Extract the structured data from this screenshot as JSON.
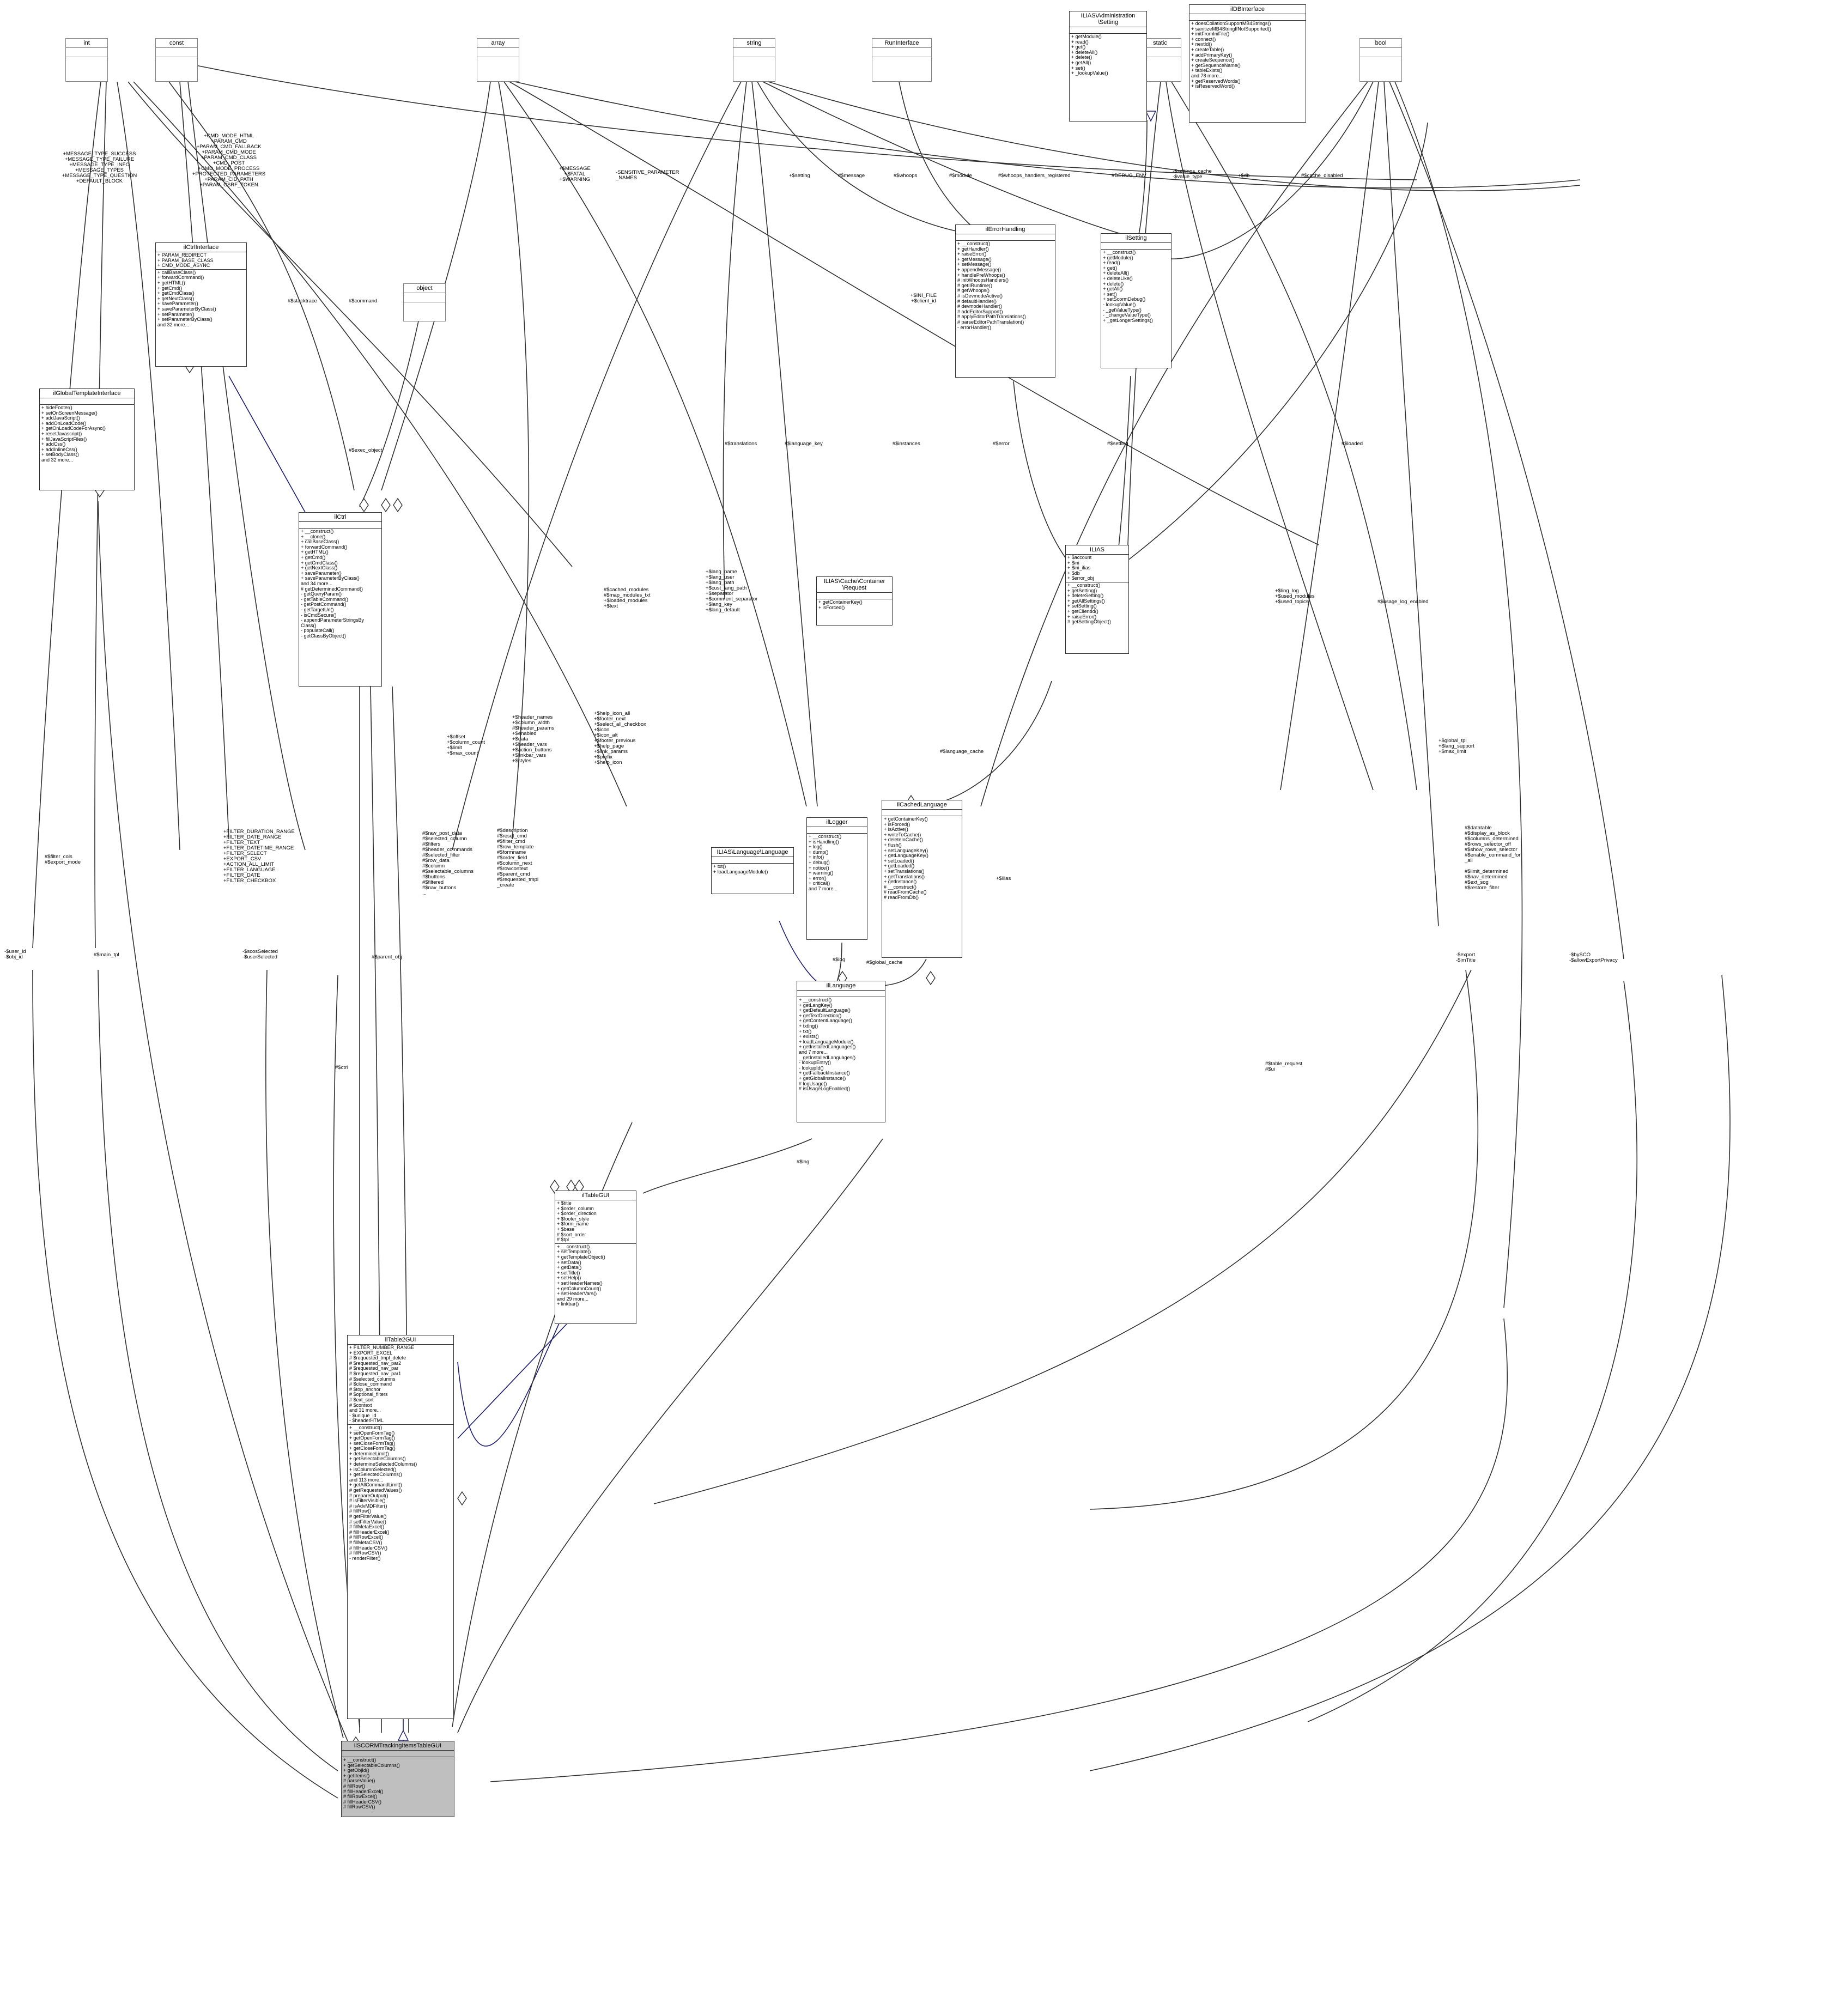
{
  "diagram": {
    "kind": "uml-collaboration-diagram",
    "focus_class": "ilSCORMTrackingItemsTableGUI",
    "colors": {
      "edge": "#2f2f2f",
      "inherit_edge": "#191970",
      "node_border": "#2d2d2d",
      "plain_border": "#808080",
      "highlight_fill": "#bfbfbf",
      "background": "#ffffff"
    }
  },
  "nodes": {
    "int": {
      "title": "int",
      "attrs": "",
      "ops": ""
    },
    "const": {
      "title": "const",
      "attrs": "",
      "ops": ""
    },
    "array": {
      "title": "array",
      "attrs": "",
      "ops": ""
    },
    "string": {
      "title": "string",
      "attrs": "",
      "ops": ""
    },
    "runinterface": {
      "title": "RunInterface",
      "attrs": "",
      "ops": ""
    },
    "static": {
      "title": "static",
      "attrs": "",
      "ops": ""
    },
    "bool": {
      "title": "bool",
      "attrs": "",
      "ops": ""
    },
    "object": {
      "title": "object",
      "attrs": "",
      "ops": ""
    },
    "adminsetting": {
      "title": "ILIAS\\Administration\n\\Setting",
      "attrs": "",
      "ops": "+ getModule()\n+ read()\n+ get()\n+ deleteAll()\n+ delete()\n+ getAll()\n+ set()\n+ _lookupValue()"
    },
    "ildbinterface": {
      "title": "ilDBInterface",
      "attrs": "",
      "ops": "+ doesCollationSupportMB4Strings()\n+ sanitizeMB4StringIfNotSupported()\n+ initFromIniFile()\n+ connect()\n+ nextId()\n+ createTable()\n+ addPrimaryKey()\n+ createSequence()\n+ getSequenceName()\n+ tableExists()\nand 78 more...\n+ getReservedWords()\n+ isReservedWord()"
    },
    "ilctrlinterface": {
      "title": "ilCtrlInterface",
      "attrs": "+ PARAM_REDIRECT\n+ PARAM_BASE_CLASS\n+ CMD_MODE_ASYNC",
      "ops": "+ callBaseClass()\n+ forwardCommand()\n+ getHTML()\n+ getCmd()\n+ getCmdClass()\n+ getNextClass()\n+ saveParameter()\n+ saveParameterByClass()\n+ setParameter()\n+ setParameterByClass()\nand 32 more..."
    },
    "ilglobaltemplateinterface": {
      "title": "ilGlobalTemplateInterface",
      "attrs": "",
      "ops": "+ hideFooter()\n+ setOnScreenMessage()\n+ addJavaScript()\n+ addOnLoadCode()\n+ getOnLoadCodeForAsync()\n+ resetJavascript()\n+ fillJavaScriptFiles()\n+ addCss()\n+ addInlineCss()\n+ setBodyClass()\nand 32 more..."
    },
    "ilctrl": {
      "title": "ilCtrl",
      "attrs": "",
      "ops": "+ __construct()\n+ __clone()\n+ callBaseClass()\n+ forwardCommand()\n+ getHTML()\n+ getCmd()\n+ getCmdClass()\n+ getNextClass()\n+ saveParameter()\n+ saveParameterByClass()\nand 34 more...\n# getDeterminedCommand()\n- getQueryParam()\n- getTableCommand()\n- getPostCommand()\n- getTargetUrl()\n- isCmdSecure()\n- appendParameterStringsBy\n  Class()\n- populateCall()\n- getClassByObject()"
    },
    "ilerrorhandling": {
      "title": "ilErrorHandling",
      "attrs": "",
      "ops": "+ __construct()\n+ getHandler()\n+ raiseError()\n+ getMessage()\n+ setMessage()\n+ appendMessage()\n+ handlePreWhoops()\n# initWhoopsHandlers()\n# getIlRuntime()\n# getWhoops()\n# isDevmodeActive()\n# defaultHandler()\n# devmodeHandler()\n# addEditorSupport()\n# applyEditorPathTranslations()\n# parseEditorPathTranslation()\n- errorHandler()"
    },
    "ilsetting": {
      "title": "ilSetting",
      "attrs": "",
      "ops": "+ __construct()\n+ getModule()\n+ read()\n+ get()\n+ deleteAll()\n+ deleteLike()\n+ delete()\n+ getAll()\n+ set()\n+ setScormDebug()\n- lookupValue()\n- _getValueType()\n- _changeValueType()\n+ _getLongerSettings()"
    },
    "ilias": {
      "title": "ILIAS",
      "attrs": "+ $account\n+ $ini\n+ $ini_ilias\n+ $db\n+ $error_obj",
      "ops": "+ __construct()\n+ getSetting()\n+ deleteSetting()\n+ getAllSettings()\n+ setSetting()\n+ getClientId()\n+ raiseError()\n# getSettingObject()"
    },
    "ilcachecontainer": {
      "title": "ILIAS\\Cache\\Container\n\\Request",
      "attrs": "",
      "ops": "+ getContainerKey()\n+ isForced()"
    },
    "ilcachedlanguage": {
      "title": "ilCachedLanguage",
      "attrs": "",
      "ops": "+ getContainerKey()\n+ isForced()\n+ isActive()\n+ writeToCache()\n+ deleteInCache()\n+ flush()\n+ setLanguageKey()\n+ getLanguageKey()\n+ setLoaded()\n+ getLoaded()\n+ setTranslations()\n+ getTranslations()\n+ getInstance()\n# __construct()\n# readFromCache()\n# readFromDb()"
    },
    "illogger": {
      "title": "ilLogger",
      "attrs": "",
      "ops": "+ __construct()\n+ isHandling()\n+ log()\n+ dump()\n+ info()\n+ debug()\n+ notice()\n+ warning()\n+ error()\n+ critical()\nand 7 more..."
    },
    "iliaslanguagelanguage": {
      "title": "ILIAS\\Language\\Language",
      "attrs": "",
      "ops": "+ txt()\n+ loadLanguageModule()"
    },
    "illanguage": {
      "title": "ilLanguage",
      "attrs": "",
      "ops": "+ __construct()\n+ getLangKey()\n+ getDefaultLanguage()\n+ getTextDirection()\n+ getContentLanguage()\n+ txtlng()\n+ txt()\n+ exists()\n+ loadLanguageModule()\n+ getInstalledLanguages()\nand 7 more...\n_ getInstalledLanguages()\n- lookupEntry()\n- lookupId()\n+ getFallbackInstance()\n+ getGlobalInstance()\n# logUsage()\n# isUsageLogEnabled()"
    },
    "iltablegui": {
      "title": "ilTableGUI",
      "attrs": "+ $title\n+ $order_column\n+ $order_direction\n+ $footer_style\n+ $form_name\n+ $base\n# $sort_order\n# $tpl",
      "ops": "+ __construct()\n+ setTemplate()\n+ getTemplateObject()\n+ setData()\n+ getData()\n+ setTitle()\n+ setHelp()\n+ setHeaderNames()\n+ getColumnCount()\n+ setHeaderVars()\nand 29 more...\n+ linkbar()"
    },
    "iltable2gui": {
      "title": "ilTable2GUI",
      "attrs": "+ FILTER_NUMBER_RANGE\n+ EXPORT_EXCEL\n# $requested_tmpl_delete\n# $requested_nav_par2\n# $requested_nav_par\n# $requested_nav_par1\n# $selected_columns\n# $close_command\n# $top_anchor\n# $optional_filters\n# $ext_sort\n# $context\nand 31 more...\n- $unique_id\n- $headerHTML",
      "ops": "+ __construct()\n+ setOpenFormTag()\n+ getOpenFormTag()\n+ setCloseFormTag()\n+ getCloseFormTag()\n+ determineLimit()\n+ getSelectableColumns()\n+ determineSelectedColumns()\n+ isColumnSelected()\n+ getSelectedColumns()\nand 113 more...\n+ getAllCommandLimit()\n# getRequestedValues()\n# prepareOutput()\n# isFilterVisible()\n# isAdvMDFilter()\n# fillRow()\n# getFilterValue()\n# setFilterValue()\n# fillMetaExcel()\n# fillHeaderExcel()\n# fillRowExcel()\n# fillMetaCSV()\n# fillHeaderCSV()\n# fillRowCSV()\n- renderFilter()"
    },
    "ilscormtrackingitemstablegui": {
      "title": "ilSCORMTrackingItemsTableGUI",
      "attrs": "",
      "ops": "+ __construct()\n+ getSelectableColumns()\n+ getObjId()\n+ getItems()\n# parseValue()\n# fillRow()\n# fillHeaderExcel()\n# fillRowExcel()\n# fillHeaderCSV()\n# fillRowCSV()"
    }
  },
  "edge_labels": [
    {
      "id": "l-message-types",
      "text": "+MESSAGE_TYPE_SUCCESS\n+MESSAGE_TYPE_FAILURE\n+MESSAGE_TYPE_INFO\n+MESSAGE_TYPES\n+MESSAGE_TYPE_QUESTION\n+DEFAULT_BLOCK"
    },
    {
      "id": "l-cmd-consts",
      "text": "+CMD_MODE_HTML\n+PARAM_CMD\n+PARAM_CMD_FALLBACK\n+PARAM_CMD_MODE\n+PARAM_CMD_CLASS\n+CMD_POST\n+CMD_MODE_PROCESS\n+PROTECTED_PARAMETERS\n+PARAM_CID_PATH\n+PARAM_CSRF_TOKEN"
    },
    {
      "id": "l-message-spatial",
      "text": "+$MESSAGE\n+$FATAL\n+$WARNING"
    },
    {
      "id": "l-sensitive",
      "text": "-SENSITIVE_PARAMETER\n_NAMES"
    },
    {
      "id": "l-setting",
      "text": "+$setting"
    },
    {
      "id": "l-message",
      "text": "#$message"
    },
    {
      "id": "l-whoops",
      "text": "#$whoops"
    },
    {
      "id": "l-module",
      "text": "#$module"
    },
    {
      "id": "l-whoops-handlers",
      "text": "#$whoops_handlers_registered"
    },
    {
      "id": "l-debugenv",
      "text": "#DEBUG_ENV"
    },
    {
      "id": "l-settings-cache",
      "text": "-$settings_cache\n-$value_type"
    },
    {
      "id": "l-db",
      "text": "+$db"
    },
    {
      "id": "l-cache-disabled",
      "text": "#$cache_disabled"
    },
    {
      "id": "l-stacktrace",
      "text": "#$stacktrace"
    },
    {
      "id": "l-command",
      "text": "#$command"
    },
    {
      "id": "l-exec-object",
      "text": "#$exec_object"
    },
    {
      "id": "l-inifile",
      "text": "+$INI_FILE\n+$client_id"
    },
    {
      "id": "l-translations",
      "text": "#$translations"
    },
    {
      "id": "l-language-key",
      "text": "#$language_key"
    },
    {
      "id": "l-instances",
      "text": "#$instances"
    },
    {
      "id": "l-error",
      "text": "#$error"
    },
    {
      "id": "l-setting2",
      "text": "#$setting"
    },
    {
      "id": "l-loaded",
      "text": "#$loaded"
    },
    {
      "id": "l-cached-modules",
      "text": "#$cached_modules\n#$map_modules_txt\n+$loaded_modules\n+$text"
    },
    {
      "id": "l-lang-name",
      "text": "+$lang_name\n+$lang_user\n+$lang_path\n+$cust_lang_path\n+$separator\n+$comment_separator\n+$lang_key\n+$lang_default"
    },
    {
      "id": "l-ling-log",
      "text": "+$ling_log\n+$used_modules\n+$used_topics"
    },
    {
      "id": "l-usage-log",
      "text": "#$usage_log_enabled"
    },
    {
      "id": "l-language-cache",
      "text": "#$language_cache"
    },
    {
      "id": "l-global-tpl",
      "text": "+$global_tpl\n+$lang_support\n+$max_limit"
    },
    {
      "id": "l-offset",
      "text": "+$offset\n+$column_count\n+$limit\n+$max_count"
    },
    {
      "id": "l-header-names",
      "text": "+$header_names\n+$column_width\n#$header_params\n+$enabled\n+$data\n+$header_vars\n+$action_buttons\n+$linkbar_vars\n+$styles"
    },
    {
      "id": "l-help-icon",
      "text": "+$help_icon_all\n+$footer_next\n+$select_all_checkbox\n+$icon\n+$icon_alt\n+$footer_previous\n+$help_page\n+$link_params\n+$prefix\n+$help_icon"
    },
    {
      "id": "l-filter-consts",
      "text": "+FILTER_DURATION_RANGE\n+FILTER_DATE_RANGE\n+FILTER_TEXT\n+FILTER_DATETIME_RANGE\n+FILTER_SELECT\n+EXPORT_CSV\n+ACTION_ALL_LIMIT\n+FILTER_LANGUAGE\n+FILTER_DATE\n+FILTER_CHECKBOX"
    },
    {
      "id": "l-raw-post",
      "text": "#$raw_post_data\n#$selected_column\n#$filters\n#$header_commands\n#$selected_filter\n#$row_data\n#$column\n#$selectable_columns\n#$buttons\n#$filtered\n#$nav_buttons\n..."
    },
    {
      "id": "l-description",
      "text": "#$description\n#$reset_cmd\n#$filter_cmd\n#$row_template\n#$formname\n#$order_field\n#$column_next\n#$rowcontext\n#$parent_cmd\n#$requested_tmpl\n_create"
    },
    {
      "id": "l-filter-cols",
      "text": "#$filter_cols\n#$export_mode"
    },
    {
      "id": "l-user-id",
      "text": "-$user_id\n-$obj_id"
    },
    {
      "id": "l-main-tpl",
      "text": "#$main_tpl"
    },
    {
      "id": "l-scos",
      "text": "-$scosSelected\n-$userSelected"
    },
    {
      "id": "l-parent-obj",
      "text": "#$parent_obj"
    },
    {
      "id": "l-ctrl",
      "text": "#$ctrl"
    },
    {
      "id": "l-log",
      "text": "#$log"
    },
    {
      "id": "l-global-cache",
      "text": "#$global_cache"
    },
    {
      "id": "l-ilias",
      "text": "+$ilias"
    },
    {
      "id": "l-lng",
      "text": "#$lng"
    },
    {
      "id": "l-table-request",
      "text": "#$table_request\n#$ui"
    },
    {
      "id": "l-datatable",
      "text": "#$datatable\n#$display_as_block\n#$columns_determined\n#$rows_selector_off\n#$show_rows_selector\n#$enable_command_for\n_all\n\n#$limit_determined\n#$nav_determined\n#$ext_sog\n#$restore_filter"
    },
    {
      "id": "l-export",
      "text": "-$export\n-$imTitle"
    },
    {
      "id": "l-bysco",
      "text": "-$bySCO\n-$allowExportPrivacy"
    }
  ]
}
